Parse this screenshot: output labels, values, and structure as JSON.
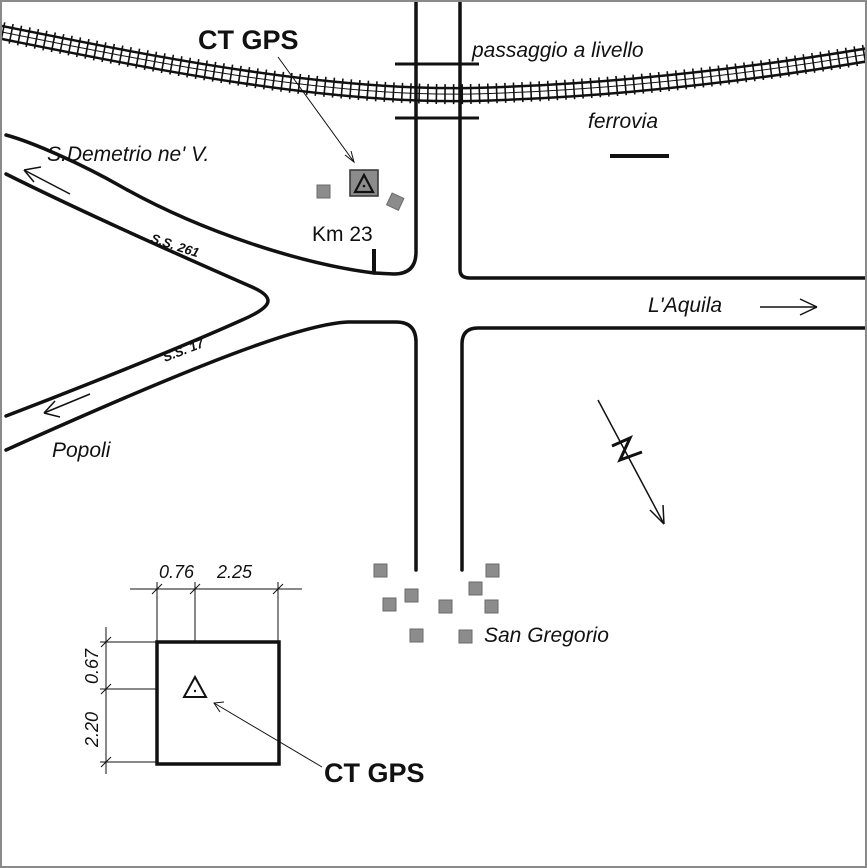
{
  "labels": {
    "ct_gps_top": "CT GPS",
    "ct_gps_bottom": "CT GPS",
    "level_crossing": "passaggio a livello",
    "railway": "ferrovia",
    "s_demetrio": "S.Demetrio ne' V.",
    "ss261": "S.S. 261",
    "ss17": "S.S. 17",
    "km23": "Km 23",
    "laquila": "L'Aquila",
    "popoli": "Popoli",
    "san_gregorio": "San Gregorio"
  },
  "dimensions": {
    "horizontal": [
      "0.76",
      "2.25"
    ],
    "vertical": [
      "0.67",
      "2.20"
    ]
  },
  "colors": {
    "line": "#111111",
    "building": "#8c8c8c",
    "building_stroke": "#6a6a6a",
    "frame": "#8a8a8a"
  },
  "icons": {
    "station_marker": "triangle-marker-icon",
    "north_arrow": "north-arrow-icon",
    "direction_arrow": "arrow-icon"
  }
}
